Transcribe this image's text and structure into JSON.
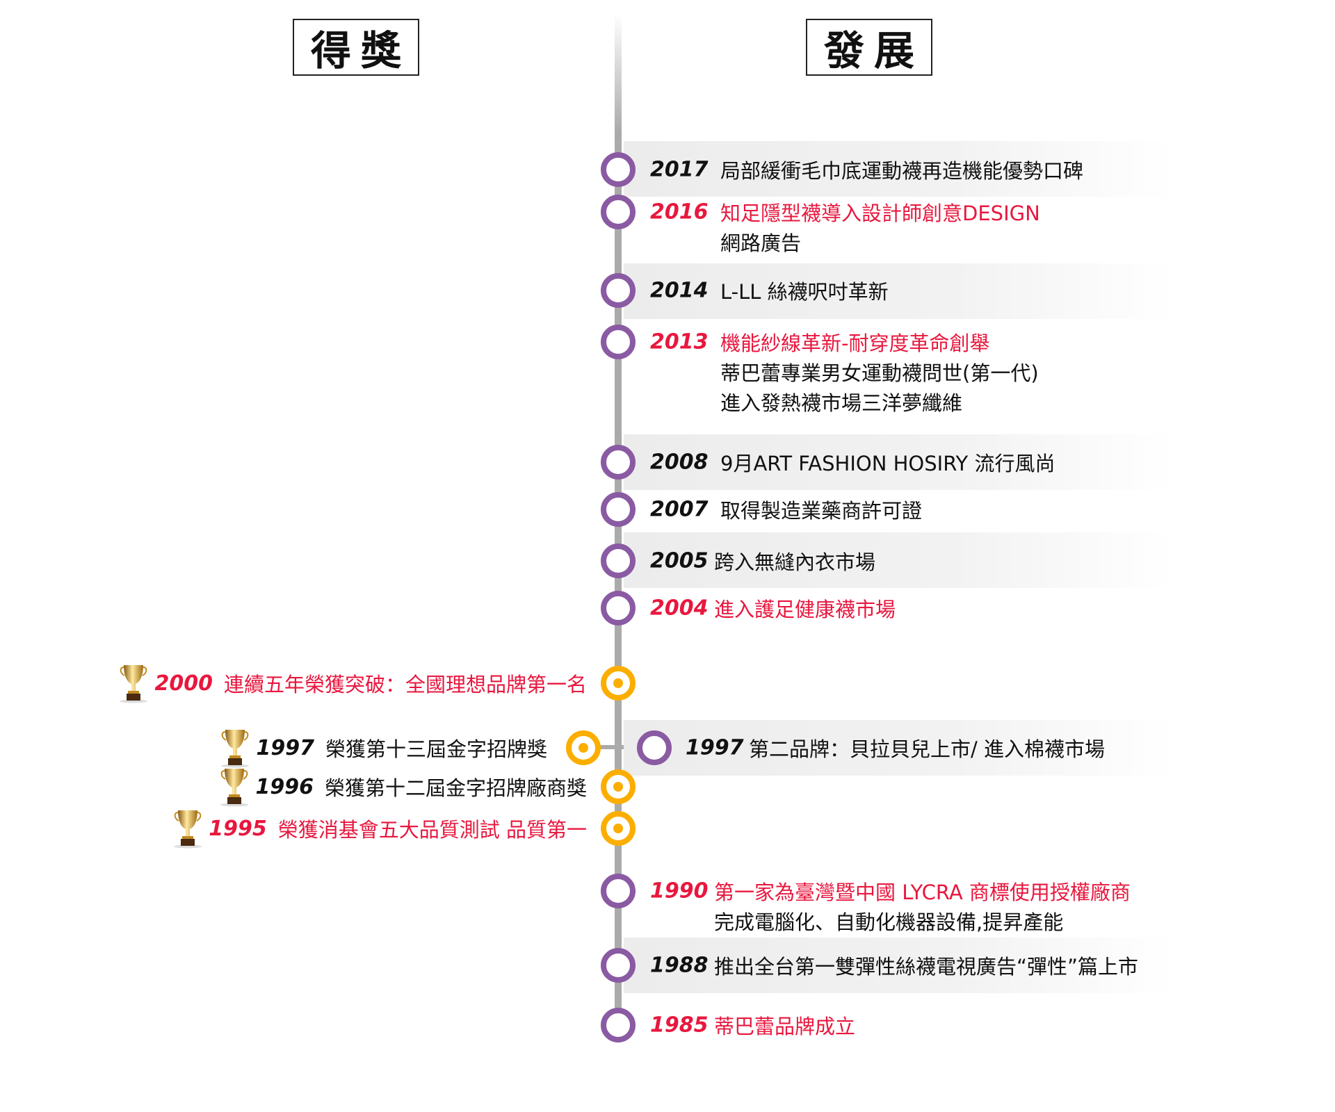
{
  "headers": {
    "awards": "得獎",
    "development": "發展"
  },
  "colors": {
    "highlight": "#e8173e",
    "normal": "#111111",
    "purple": "#8a5aa3",
    "orange": "#fbae00",
    "axis": "#aaaaaa"
  },
  "development": [
    {
      "year": "2017",
      "highlight": false,
      "lines": [
        "局部緩衝毛巾底運動襪再造機能優勢口碑"
      ]
    },
    {
      "year": "2016",
      "highlight": true,
      "lines": [
        "知足隱型襪導入設計師創意DESIGN",
        "網路廣告"
      ]
    },
    {
      "year": "2014",
      "highlight": false,
      "lines": [
        "L-LL 絲襪呎吋革新"
      ]
    },
    {
      "year": "2013",
      "highlight": true,
      "lines": [
        "機能紗線革新-耐穿度革命創舉",
        "蒂巴蕾專業男女運動襪問世(第一代)",
        "進入發熱襪市場三洋夢纖維"
      ]
    },
    {
      "year": "2008",
      "highlight": false,
      "lines": [
        "9月ART FASHION HOSIRY 流行風尚"
      ]
    },
    {
      "year": "2007",
      "highlight": false,
      "lines": [
        "取得製造業藥商許可證"
      ]
    },
    {
      "year": "2005",
      "highlight": false,
      "lines": [
        "跨入無縫內衣市場"
      ]
    },
    {
      "year": "2004",
      "highlight": true,
      "lines": [
        "進入護足健康襪市場"
      ]
    },
    {
      "year": "1997",
      "highlight": false,
      "lines": [
        "第二品牌：貝拉貝兒上市/ 進入棉襪市場"
      ]
    },
    {
      "year": "1990",
      "highlight": true,
      "lines": [
        "第一家為臺灣暨中國 LYCRA 商標使用授權廠商",
        "完成電腦化、自動化機器設備,提昇產能"
      ]
    },
    {
      "year": "1988",
      "highlight": false,
      "lines": [
        "推出全台第一雙彈性絲襪電視廣告“彈性”篇上市"
      ]
    },
    {
      "year": "1985",
      "highlight": true,
      "lines": [
        "蒂巴蕾品牌成立"
      ]
    }
  ],
  "awards": [
    {
      "year": "2000",
      "highlight": true,
      "text": "連續五年榮獲突破：全國理想品牌第一名",
      "icon": "trophy-icon"
    },
    {
      "year": "1997",
      "highlight": false,
      "text": "榮獲第十三屆金字招牌獎",
      "icon": "trophy-icon"
    },
    {
      "year": "1996",
      "highlight": false,
      "text": "榮獲第十二屆金字招牌廠商獎",
      "icon": "trophy-icon"
    },
    {
      "year": "1995",
      "highlight": true,
      "text": "榮獲消基會五大品質測試 品質第一",
      "icon": "trophy-icon"
    }
  ]
}
